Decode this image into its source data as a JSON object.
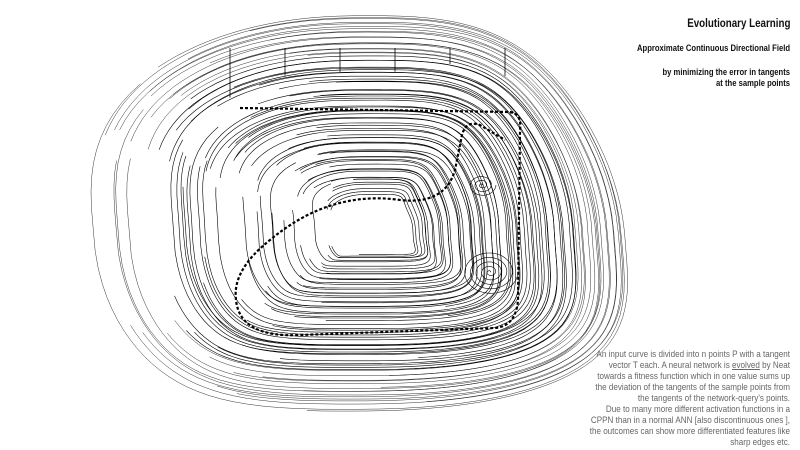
{
  "header": {
    "title": "Evolutionary Learning",
    "subtitle": "Approximate Continuous Directional Field",
    "subtitle2_line1": "by minimizing the error in tangents",
    "subtitle2_line2": "at the sample points"
  },
  "description": {
    "p1_before": "An input curve is divided into n points P with a tangent vector T each. A neural network is ",
    "p1_link": "evolved",
    "p1_after": " by Neat towards a fitness function which in one value sums up the deviation of the tangents of the sample points from the tangents of the network-query's points.",
    "p2": "Due to many more different activation functions in a CPPN than in a normal ANN [also discontinuous ones ], the outcomes can show more differentiated features like sharp edges etc."
  },
  "colors": {
    "ink": "#111111",
    "text_gray": "#666666"
  }
}
